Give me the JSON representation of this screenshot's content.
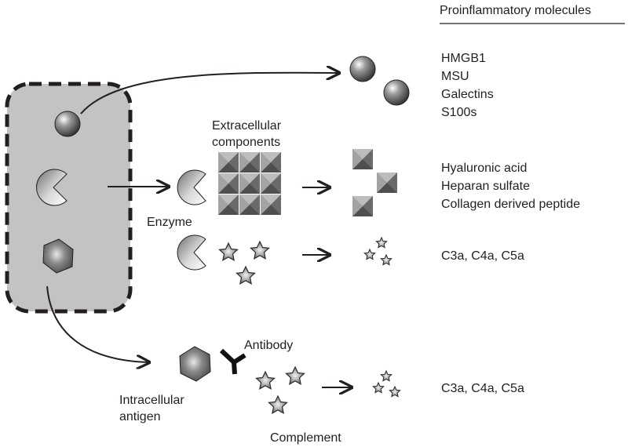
{
  "header": {
    "title": "Proinflammatory molecules"
  },
  "labels": {
    "extracellular_components": [
      "Extracellular",
      "components"
    ],
    "enzyme": "Enzyme",
    "antibody": "Antibody",
    "intracellular_antigen": [
      "Intracellular",
      "antigen"
    ],
    "complement": "Complement"
  },
  "molecule_lists": {
    "damp": [
      "HMGB1",
      "MSU",
      "Galectins",
      "S100s"
    ],
    "matrix": [
      "Hyaluronic acid",
      "Heparan sulfate",
      "Collagen derived peptide"
    ],
    "complement_enzyme": "C3a,  C4a,  C5a",
    "complement_antibody": "C3a,  C4a,  C5a"
  },
  "colors": {
    "cell_fill": "#c3c3c3",
    "ink": "#231f20"
  }
}
